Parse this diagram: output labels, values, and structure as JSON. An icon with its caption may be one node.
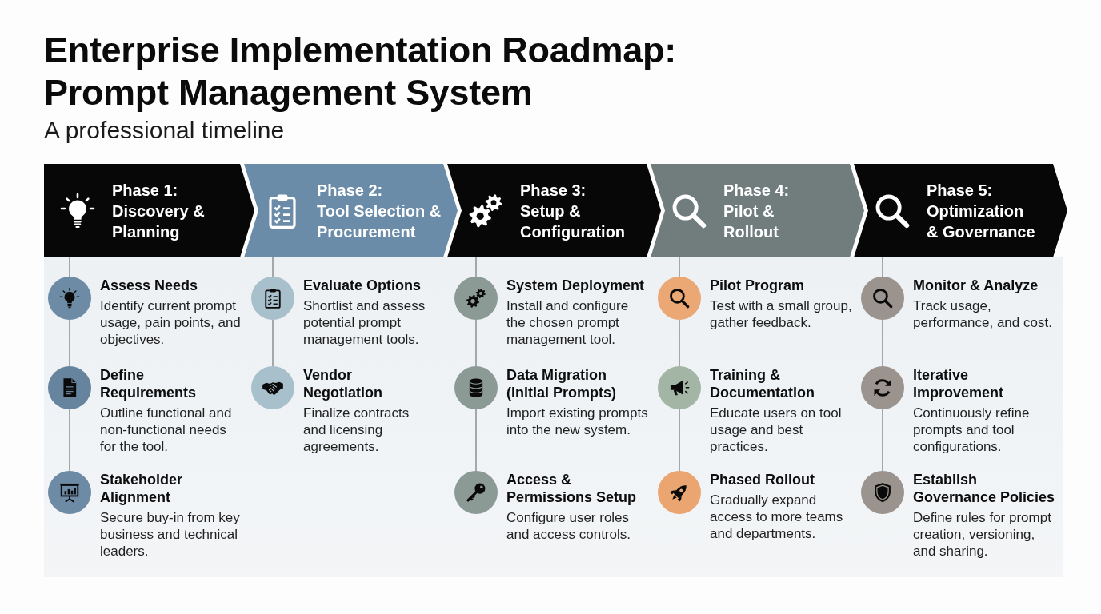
{
  "diagram": {
    "title": "Enterprise Implementation Roadmap: Prompt Management System",
    "nodes": [
      {
        "text": [
          "Phase 1:",
          "Discovery & Planning"
        ]
      },
      {
        "text": [
          "Phase 2:",
          "Tool Selection & Procurement"
        ]
      },
      {
        "text": [
          "Phase 3:",
          "Setup & Configuration"
        ]
      },
      {
        "text": [
          "Phase 4:",
          "Pilot & Rollout"
        ]
      },
      {
        "text": [
          "Phase 5:",
          "Optimization & Governance"
        ]
      },
      {
        "text": [
          "Assess Needs",
          "Identify current prompt usage, pain points, and objectives."
        ]
      },
      {
        "text": [
          "Define Requirements",
          "Outline functional and non-functional needs for the tool."
        ]
      },
      {
        "text": [
          "Stakeholder Alignment",
          "Secure buy-in from key business and technical leaders."
        ]
      },
      {
        "text": [
          "Evaluate Options",
          "Shortlist and assess potential prompt management tools."
        ]
      },
      {
        "text": [
          "Vendor Negotiation",
          "Finalize contracts and licensing agreements."
        ]
      },
      {
        "text": [
          "System Deployment",
          "Install and configure the chosen prompt management tool."
        ]
      },
      {
        "text": [
          "Data Migration (Initial Prompts)",
          "Import existing prompts into the new system."
        ]
      },
      {
        "text": [
          "Access & Permissions Setup",
          "Configure user roles and access controls."
        ]
      },
      {
        "text": [
          "Pilot Program",
          "Test with a small group, gather feedback."
        ]
      },
      {
        "text": [
          "Training & Documentation",
          "Educate users on tool usage and best practices."
        ]
      },
      {
        "text": [
          "Phased Rollout",
          "Gradually expand access to more teams and departments."
        ]
      },
      {
        "text": [
          "Monitor & Analyze",
          "Track usage, performance, and cost."
        ]
      },
      {
        "text": [
          "Iterative Improvement",
          "Continuously refine prompts and tool configurations."
        ]
      },
      {
        "text": [
          "Establish Governance Policies",
          "Define rules for prompt creation, versioning, and sharing."
        ]
      }
    ],
    "edges": [
      {
        "from": 0,
        "to": 5,
        "arrow": "none"
      },
      {
        "from": 5,
        "to": 6,
        "arrow": "none"
      },
      {
        "from": 6,
        "to": 7,
        "arrow": "none"
      },
      {
        "from": 1,
        "to": 8,
        "arrow": "none"
      },
      {
        "from": 8,
        "to": 9,
        "arrow": "none"
      },
      {
        "from": 2,
        "to": 10,
        "arrow": "none"
      },
      {
        "from": 10,
        "to": 11,
        "arrow": "none"
      },
      {
        "from": 11,
        "to": 12,
        "arrow": "none"
      },
      {
        "from": 3,
        "to": 13,
        "arrow": "none"
      },
      {
        "from": 13,
        "to": 14,
        "arrow": "none"
      },
      {
        "from": 14,
        "to": 15,
        "arrow": "none"
      },
      {
        "from": 4,
        "to": 16,
        "arrow": "none"
      },
      {
        "from": 16,
        "to": 17,
        "arrow": "none"
      },
      {
        "from": 17,
        "to": 18,
        "arrow": "none"
      }
    ],
    "labels": [
      "A professional timeline"
    ]
  }
}
